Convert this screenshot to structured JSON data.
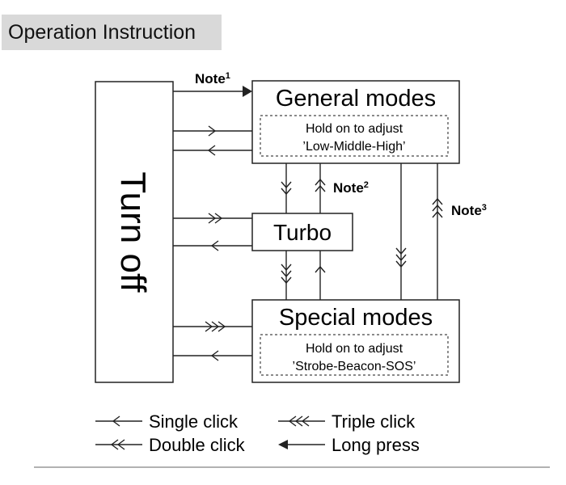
{
  "header": {
    "title": "Operation Instruction"
  },
  "diagram": {
    "turn_off_label": "Turn off",
    "general": {
      "title": "General modes",
      "hint_line1": "Hold on to adjust",
      "hint_line2": "’Low-Middle-High’"
    },
    "turbo": {
      "title": "Turbo"
    },
    "special": {
      "title": "Special modes",
      "hint_line1": "Hold on to adjust",
      "hint_line2": "’Strobe-Beacon-SOS’"
    },
    "notes": {
      "note1": "Note",
      "note1_sup": "1",
      "note2": "Note",
      "note2_sup": "2",
      "note3": "Note",
      "note3_sup": "3"
    }
  },
  "legend": {
    "single_click": "Single click",
    "double_click": "Double click",
    "triple_click": "Triple click",
    "long_press": "Long press"
  },
  "colors": {
    "header_bg": "#d9d9d9",
    "line": "#222222",
    "text": "#000000"
  }
}
